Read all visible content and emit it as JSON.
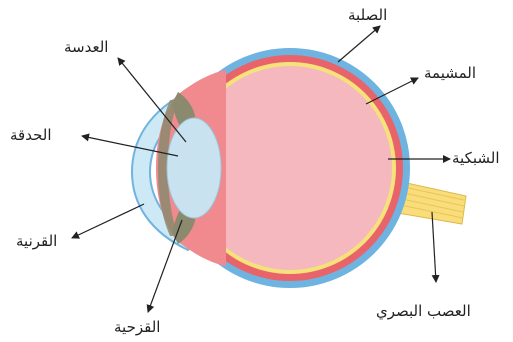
{
  "labels": {
    "sclera": "الصلبة",
    "lens": "العدسة",
    "choroid": "المشيمة",
    "pupil": "الحدقة",
    "retina": "الشبكية",
    "cornea": "القرنية",
    "optic_nerve": "العصب البصري",
    "iris": "القزحية"
  },
  "colors": {
    "sclera": "#6fb3e0",
    "choroid": "#e8646a",
    "retina": "#f5e27a",
    "vitreous": "#f5b8bf",
    "lens": "#c9e2ef",
    "cornea": "#cde9f6",
    "iris": "#8c8a6e",
    "optic_nerve": "#f8dd7a",
    "arrow": "#222222"
  }
}
